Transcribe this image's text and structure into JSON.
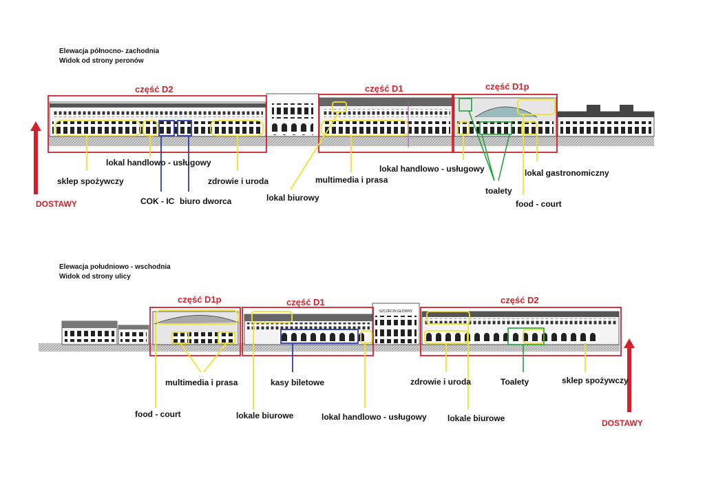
{
  "colors": {
    "red": "#d4202a",
    "yellow": "#f2e12b",
    "blue": "#2a3cb0",
    "green": "#22a33a",
    "magenta": "#b45ab4"
  },
  "top": {
    "title_line1": "Elewacja północno- zachodnia",
    "title_line2": "Widok od strony peronów",
    "part_d2": "część D2",
    "part_d1": "część D1",
    "part_d1p": "część D1p",
    "labels": {
      "sklep": "sklep spożywczy",
      "lokal_handlowo_left": "lokal handlowo - usługowy",
      "cok": "COK - IC",
      "biuro_dworca": "biuro dworca",
      "zdrowie": "zdrowie i uroda",
      "multimedia": "multimedia i prasa",
      "lokal_biurowy": "lokal biurowy",
      "lokal_handlowo_right": "lokal handlowo - usługowy",
      "toalety": "toalety",
      "gastronomiczny": "lokal gastronomiczny",
      "food_court": "food - court",
      "dostawy": "DOSTAWY"
    }
  },
  "bottom": {
    "title_line1": "Elewacja południowo - wschodnia",
    "title_line2": "Widok od strony ulicy",
    "part_d1p": "część D1p",
    "part_d1": "część D1",
    "part_d2": "część D2",
    "station_sign": "SZCZECIN GŁÓWNY",
    "labels": {
      "multimedia": "multimedia i prasa",
      "kasy": "kasy biletowe",
      "food_court": "food - court",
      "lokale_biurowe_left": "lokale biurowe",
      "lokal_handlowo": "lokal handlowo - usługowy",
      "zdrowie": "zdrowie i uroda",
      "lokale_biurowe_right": "lokale biurowe",
      "toalety": "Toalety",
      "sklep": "sklep spożywczy",
      "dostawy": "DOSTAWY"
    }
  }
}
